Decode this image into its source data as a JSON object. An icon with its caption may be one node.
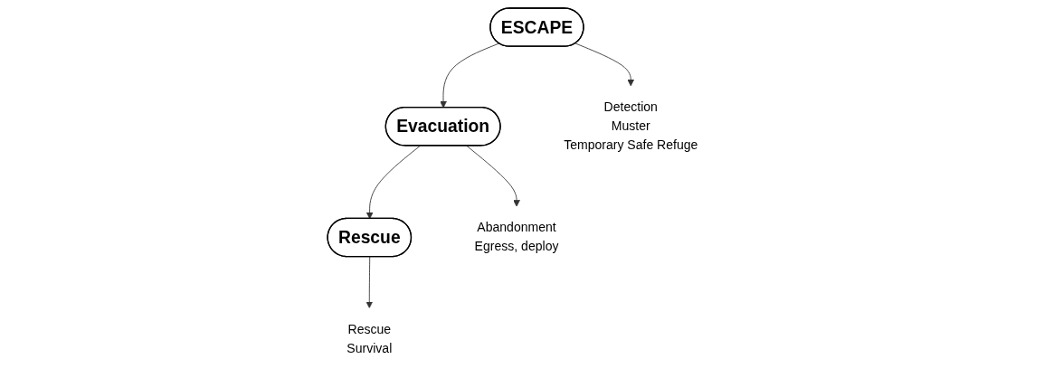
{
  "diagram": {
    "nodes": [
      {
        "text": [
          "ESCAPE"
        ]
      },
      {
        "text": [
          "Evacuation"
        ]
      },
      {
        "text": [
          "Rescue"
        ]
      },
      {
        "text": [
          "Detection",
          "Muster",
          "Temporary Safe Refuge"
        ]
      },
      {
        "text": [
          "Abandonment",
          "Egress, deploy"
        ]
      },
      {
        "text": [
          "Rescue",
          "Survival"
        ]
      }
    ],
    "edges": [
      {
        "from": 0,
        "to": 1,
        "arrow": "to"
      },
      {
        "from": 1,
        "to": 2,
        "arrow": "to"
      },
      {
        "from": 0,
        "to": 3,
        "arrow": "to"
      },
      {
        "from": 1,
        "to": 4,
        "arrow": "to"
      },
      {
        "from": 2,
        "to": 5,
        "arrow": "to"
      }
    ]
  }
}
